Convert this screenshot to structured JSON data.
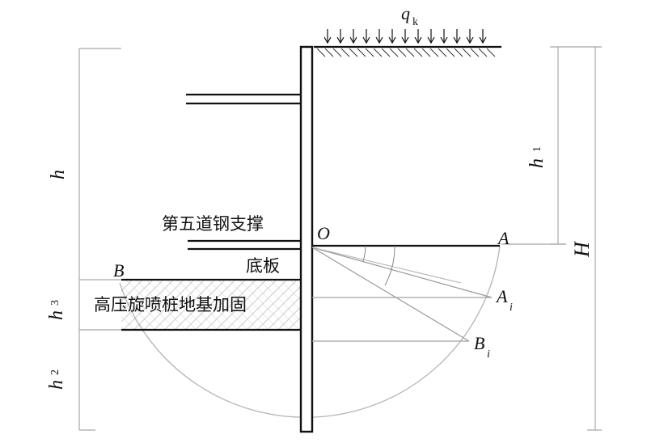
{
  "labels": {
    "load_main": "q",
    "load_sub": "k",
    "h": "h",
    "h1_main": "h",
    "h1_sub": "1",
    "h2_main": "h",
    "h2_sub": "2",
    "h3_main": "h",
    "h3_sub": "3",
    "H": "H",
    "O": "O",
    "A": "A",
    "Ai_main": "A",
    "Ai_sub": "i",
    "B": "B",
    "Bi_main": "B",
    "Bi_sub": "i",
    "strut5": "第五道钢支撑",
    "floor_slab": "底板",
    "jet_grout": "高压旋喷桩地基加固"
  },
  "colors": {
    "ink": "#111111",
    "thin": "#9a9a9a",
    "dim": "#a8a8a8"
  }
}
